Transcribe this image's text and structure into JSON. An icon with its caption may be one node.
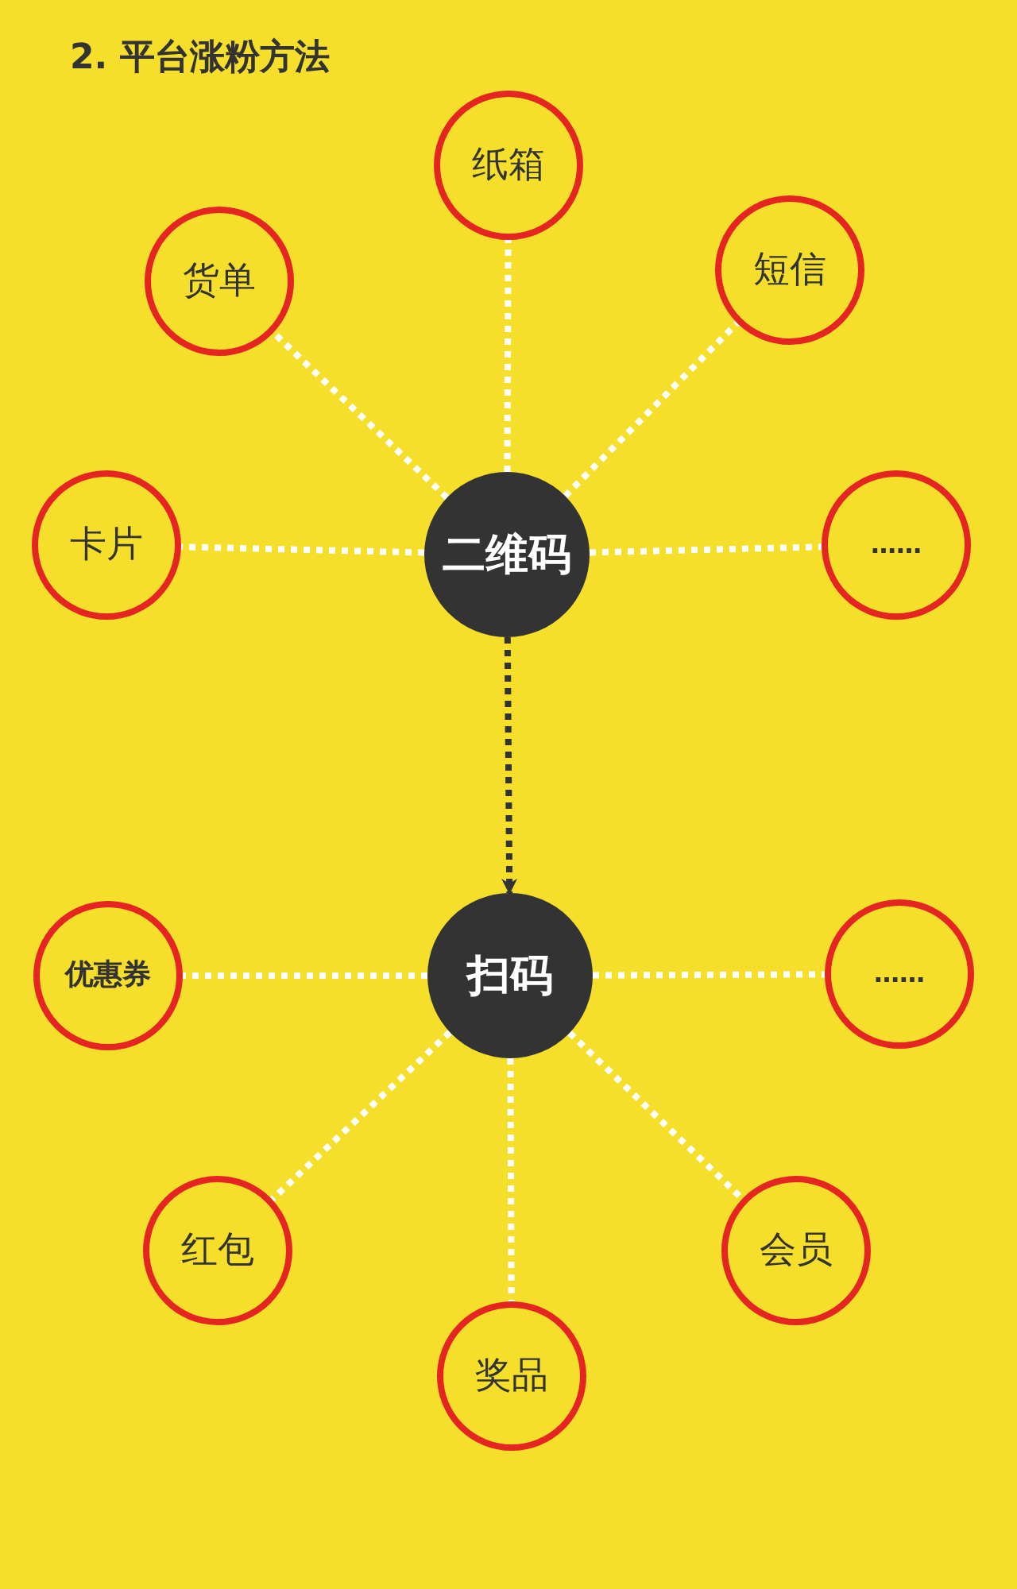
{
  "diagram": {
    "title": "2. 平台涨粉方法",
    "nodes": [
      {
        "text": [
          "纸箱"
        ]
      },
      {
        "text": [
          "货单"
        ]
      },
      {
        "text": [
          "短信"
        ]
      },
      {
        "text": [
          "卡片"
        ]
      },
      {
        "text": [
          "二维码"
        ]
      },
      {
        "text": [
          "……"
        ]
      },
      {
        "text": [
          "优惠券"
        ]
      },
      {
        "text": [
          "扫码"
        ]
      },
      {
        "text": [
          "……"
        ]
      },
      {
        "text": [
          "红包"
        ]
      },
      {
        "text": [
          "会员"
        ]
      },
      {
        "text": [
          "奖品"
        ]
      }
    ],
    "edges": [
      {
        "from": 4,
        "to": 0,
        "arrow": "none"
      },
      {
        "from": 4,
        "to": 1,
        "arrow": "none"
      },
      {
        "from": 4,
        "to": 2,
        "arrow": "none"
      },
      {
        "from": 4,
        "to": 3,
        "arrow": "none"
      },
      {
        "from": 4,
        "to": 5,
        "arrow": "none"
      },
      {
        "from": 4,
        "to": 7,
        "arrow": "to",
        "color": "#333333"
      },
      {
        "from": 7,
        "to": 6,
        "arrow": "none"
      },
      {
        "from": 7,
        "to": 8,
        "arrow": "none"
      },
      {
        "from": 7,
        "to": 9,
        "arrow": "none"
      },
      {
        "from": 7,
        "to": 10,
        "arrow": "none"
      },
      {
        "from": 7,
        "to": 11,
        "arrow": "none"
      }
    ]
  }
}
